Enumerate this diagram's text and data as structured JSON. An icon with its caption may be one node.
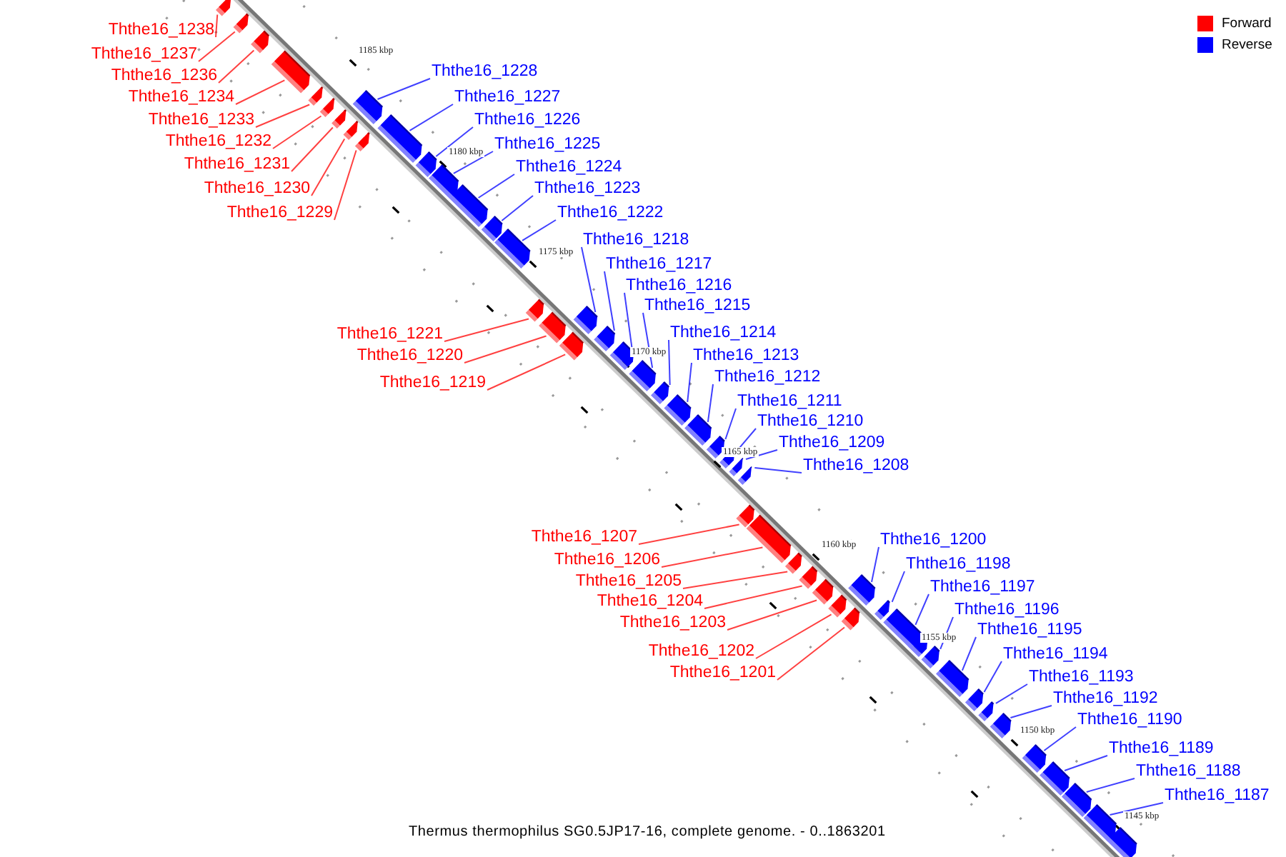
{
  "diagram": {
    "caption": "Thermus thermophilus SG0.5JP17-16, complete genome. - 0..1863201",
    "nodes": [
      {
        "text": [
          "Ththe16_1238"
        ]
      },
      {
        "text": [
          "Ththe16_1237"
        ]
      },
      {
        "text": [
          "Ththe16_1236"
        ]
      },
      {
        "text": [
          "Ththe16_1234"
        ]
      },
      {
        "text": [
          "Ththe16_1233"
        ]
      },
      {
        "text": [
          "Ththe16_1232"
        ]
      },
      {
        "text": [
          "Ththe16_1231"
        ]
      },
      {
        "text": [
          "Ththe16_1230"
        ]
      },
      {
        "text": [
          "Ththe16_1229"
        ]
      },
      {
        "text": [
          "Ththe16_1228"
        ]
      },
      {
        "text": [
          "Ththe16_1227"
        ]
      },
      {
        "text": [
          "Ththe16_1226"
        ]
      },
      {
        "text": [
          "Ththe16_1225"
        ]
      },
      {
        "text": [
          "Ththe16_1224"
        ]
      },
      {
        "text": [
          "Ththe16_1223"
        ]
      },
      {
        "text": [
          "Ththe16_1222"
        ]
      },
      {
        "text": [
          "Ththe16_1221"
        ]
      },
      {
        "text": [
          "Ththe16_1220"
        ]
      },
      {
        "text": [
          "Ththe16_1219"
        ]
      },
      {
        "text": [
          "Ththe16_1218"
        ]
      },
      {
        "text": [
          "Ththe16_1217"
        ]
      },
      {
        "text": [
          "Ththe16_1216"
        ]
      },
      {
        "text": [
          "Ththe16_1215"
        ]
      },
      {
        "text": [
          "Ththe16_1214"
        ]
      },
      {
        "text": [
          "Ththe16_1213"
        ]
      },
      {
        "text": [
          "Ththe16_1212"
        ]
      },
      {
        "text": [
          "Ththe16_1211"
        ]
      },
      {
        "text": [
          "Ththe16_1210"
        ]
      },
      {
        "text": [
          "Ththe16_1209"
        ]
      },
      {
        "text": [
          "Ththe16_1208"
        ]
      },
      {
        "text": [
          "Ththe16_1207"
        ]
      },
      {
        "text": [
          "Ththe16_1206"
        ]
      },
      {
        "text": [
          "Ththe16_1205"
        ]
      },
      {
        "text": [
          "Ththe16_1204"
        ]
      },
      {
        "text": [
          "Ththe16_1203"
        ]
      },
      {
        "text": [
          "Ththe16_1202"
        ]
      },
      {
        "text": [
          "Ththe16_1201"
        ]
      },
      {
        "text": [
          "Ththe16_1200"
        ]
      },
      {
        "text": [
          "Ththe16_1198"
        ]
      },
      {
        "text": [
          "Ththe16_1197"
        ]
      },
      {
        "text": [
          "Ththe16_1196"
        ]
      },
      {
        "text": [
          "Ththe16_1195"
        ]
      },
      {
        "text": [
          "Ththe16_1194"
        ]
      },
      {
        "text": [
          "Ththe16_1193"
        ]
      },
      {
        "text": [
          "Ththe16_1192"
        ]
      },
      {
        "text": [
          "Ththe16_1190"
        ]
      },
      {
        "text": [
          "Ththe16_1189"
        ]
      },
      {
        "text": [
          "Ththe16_1188"
        ]
      },
      {
        "text": [
          "Ththe16_1187"
        ]
      },
      {
        "text": [],
        "shape": "box"
      },
      {
        "text": [],
        "shape": "box"
      },
      {
        "text": [],
        "shape": "box"
      },
      {
        "text": [],
        "shape": "box"
      },
      {
        "text": [],
        "shape": "box"
      },
      {
        "text": [],
        "shape": "box"
      },
      {
        "text": [],
        "shape": "box"
      },
      {
        "text": [],
        "shape": "box"
      },
      {
        "text": [],
        "shape": "box"
      },
      {
        "text": [],
        "shape": "box"
      },
      {
        "text": [],
        "shape": "box"
      },
      {
        "text": [],
        "shape": "box"
      },
      {
        "text": [],
        "shape": "box"
      },
      {
        "text": [],
        "shape": "box"
      },
      {
        "text": [],
        "shape": "box"
      },
      {
        "text": [],
        "shape": "box"
      },
      {
        "text": [],
        "shape": "box"
      },
      {
        "text": [],
        "shape": "box"
      },
      {
        "text": [],
        "shape": "box"
      },
      {
        "text": [],
        "shape": "box"
      },
      {
        "text": [],
        "shape": "box"
      },
      {
        "text": [],
        "shape": "box"
      },
      {
        "text": [],
        "shape": "box"
      },
      {
        "text": [],
        "shape": "box"
      },
      {
        "text": [],
        "shape": "box"
      },
      {
        "text": [],
        "shape": "box"
      },
      {
        "text": [],
        "shape": "box"
      },
      {
        "text": [],
        "shape": "box"
      },
      {
        "text": [],
        "shape": "box"
      },
      {
        "text": [],
        "shape": "box"
      },
      {
        "text": [],
        "shape": "box"
      },
      {
        "text": [],
        "shape": "box"
      },
      {
        "text": [],
        "shape": "box"
      },
      {
        "text": [],
        "shape": "box"
      },
      {
        "text": [],
        "shape": "box"
      },
      {
        "text": [],
        "shape": "box"
      },
      {
        "text": [],
        "shape": "box"
      },
      {
        "text": [],
        "shape": "box"
      },
      {
        "text": [],
        "shape": "box"
      },
      {
        "text": [],
        "shape": "box"
      },
      {
        "text": [],
        "shape": "box"
      },
      {
        "text": [],
        "shape": "box"
      },
      {
        "text": [],
        "shape": "box"
      },
      {
        "text": [],
        "shape": "box"
      },
      {
        "text": [],
        "shape": "box"
      },
      {
        "text": [],
        "shape": "box"
      },
      {
        "text": [],
        "shape": "box"
      },
      {
        "text": [],
        "shape": "box"
      },
      {
        "text": [],
        "shape": "box"
      },
      {
        "text": [],
        "shape": "box"
      }
    ],
    "edges": [
      {
        "from": 0,
        "to": 49,
        "arrow": "none",
        "color": "#ff0000"
      },
      {
        "from": 1,
        "to": 50,
        "arrow": "none",
        "color": "#ff0000"
      },
      {
        "from": 2,
        "to": 51,
        "arrow": "none",
        "color": "#ff0000"
      },
      {
        "from": 3,
        "to": 52,
        "arrow": "none",
        "color": "#ff0000"
      },
      {
        "from": 4,
        "to": 53,
        "arrow": "none",
        "color": "#ff0000"
      },
      {
        "from": 5,
        "to": 54,
        "arrow": "none",
        "color": "#ff0000"
      },
      {
        "from": 6,
        "to": 55,
        "arrow": "none",
        "color": "#ff0000"
      },
      {
        "from": 7,
        "to": 56,
        "arrow": "none",
        "color": "#ff0000"
      },
      {
        "from": 8,
        "to": 57,
        "arrow": "none",
        "color": "#ff0000"
      },
      {
        "from": 9,
        "to": 58,
        "arrow": "none"
      },
      {
        "from": 10,
        "to": 59,
        "arrow": "none"
      },
      {
        "from": 11,
        "to": 60,
        "arrow": "none"
      },
      {
        "from": 12,
        "to": 61,
        "arrow": "none"
      },
      {
        "from": 13,
        "to": 62,
        "arrow": "none"
      },
      {
        "from": 14,
        "to": 63,
        "arrow": "none"
      },
      {
        "from": 15,
        "to": 64,
        "arrow": "none"
      },
      {
        "from": 16,
        "to": 65,
        "arrow": "none",
        "color": "#ff0000"
      },
      {
        "from": 17,
        "to": 66,
        "arrow": "none",
        "color": "#ff0000"
      },
      {
        "from": 18,
        "to": 67,
        "arrow": "none",
        "color": "#ff0000"
      },
      {
        "from": 19,
        "to": 68,
        "arrow": "none"
      },
      {
        "from": 20,
        "to": 69,
        "arrow": "none"
      },
      {
        "from": 21,
        "to": 70,
        "arrow": "none"
      },
      {
        "from": 22,
        "to": 71,
        "arrow": "none"
      },
      {
        "from": 23,
        "to": 72,
        "arrow": "none"
      },
      {
        "from": 24,
        "to": 73,
        "arrow": "none"
      },
      {
        "from": 25,
        "to": 74,
        "arrow": "none"
      },
      {
        "from": 26,
        "to": 75,
        "arrow": "none"
      },
      {
        "from": 27,
        "to": 76,
        "arrow": "none"
      },
      {
        "from": 28,
        "to": 77,
        "arrow": "none"
      },
      {
        "from": 29,
        "to": 78,
        "arrow": "none"
      },
      {
        "from": 30,
        "to": 79,
        "arrow": "none",
        "color": "#ff0000"
      },
      {
        "from": 31,
        "to": 80,
        "arrow": "none",
        "color": "#ff0000"
      },
      {
        "from": 32,
        "to": 81,
        "arrow": "none",
        "color": "#ff0000"
      },
      {
        "from": 33,
        "to": 82,
        "arrow": "none",
        "color": "#ff0000"
      },
      {
        "from": 34,
        "to": 83,
        "arrow": "none",
        "color": "#ff0000"
      },
      {
        "from": 35,
        "to": 84,
        "arrow": "none",
        "color": "#ff0000"
      },
      {
        "from": 36,
        "to": 85,
        "arrow": "none",
        "color": "#ff0000"
      },
      {
        "from": 37,
        "to": 86,
        "arrow": "none"
      },
      {
        "from": 38,
        "to": 87,
        "arrow": "none"
      },
      {
        "from": 39,
        "to": 88,
        "arrow": "none"
      },
      {
        "from": 40,
        "to": 89,
        "arrow": "none"
      },
      {
        "from": 41,
        "to": 90,
        "arrow": "none"
      },
      {
        "from": 42,
        "to": 91,
        "arrow": "none"
      },
      {
        "from": 43,
        "to": 92,
        "arrow": "none"
      },
      {
        "from": 44,
        "to": 93,
        "arrow": "none"
      },
      {
        "from": 45,
        "to": 94,
        "arrow": "none"
      },
      {
        "from": 46,
        "to": 95,
        "arrow": "none"
      },
      {
        "from": 47,
        "to": 96,
        "arrow": "none"
      },
      {
        "from": 48,
        "to": 97,
        "arrow": "none"
      }
    ],
    "labels": [
      "1185 kbp",
      "1180 kbp",
      "1175 kbp",
      "1170 kbp",
      "1165 kbp",
      "1160 kbp",
      "1155 kbp",
      "1150 kbp",
      "1145 kbp"
    ],
    "legend": [
      {
        "text": "Forward",
        "color": "#ff0000"
      },
      {
        "text": "Reverse",
        "color": "#0000ff"
      }
    ]
  }
}
